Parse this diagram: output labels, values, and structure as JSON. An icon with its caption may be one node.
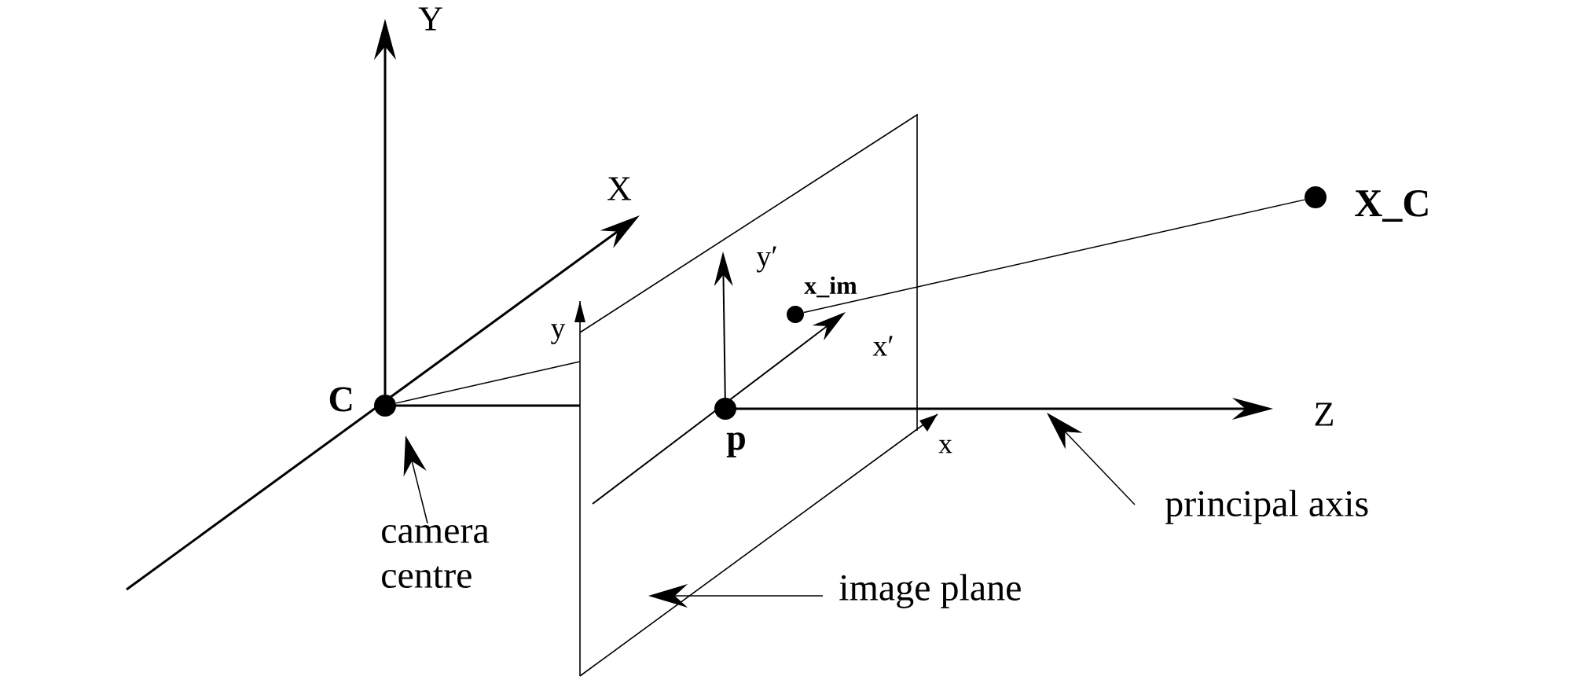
{
  "diagram": {
    "nodes": [
      {
        "text": [
          "C"
        ]
      },
      {
        "text": [
          "p"
        ]
      },
      {
        "text": [
          "x_im"
        ]
      },
      {
        "text": [
          "X_C"
        ]
      },
      {
        "text": [
          "camera centre"
        ]
      },
      {
        "text": [
          "image plane"
        ]
      },
      {
        "text": [
          "principal axis"
        ]
      }
    ],
    "edges": [
      {
        "from": 2,
        "to": 3,
        "arrow": "none"
      },
      {
        "from": 0,
        "to": null,
        "arrow": "none"
      },
      {
        "from": 4,
        "to": 0,
        "arrow": "to"
      },
      {
        "from": 5,
        "to": null,
        "arrow": "to"
      },
      {
        "from": 6,
        "to": null,
        "arrow": "to"
      }
    ],
    "labels": [
      "Y",
      "X",
      "y′",
      "y",
      "x′",
      "Z",
      "x"
    ]
  }
}
